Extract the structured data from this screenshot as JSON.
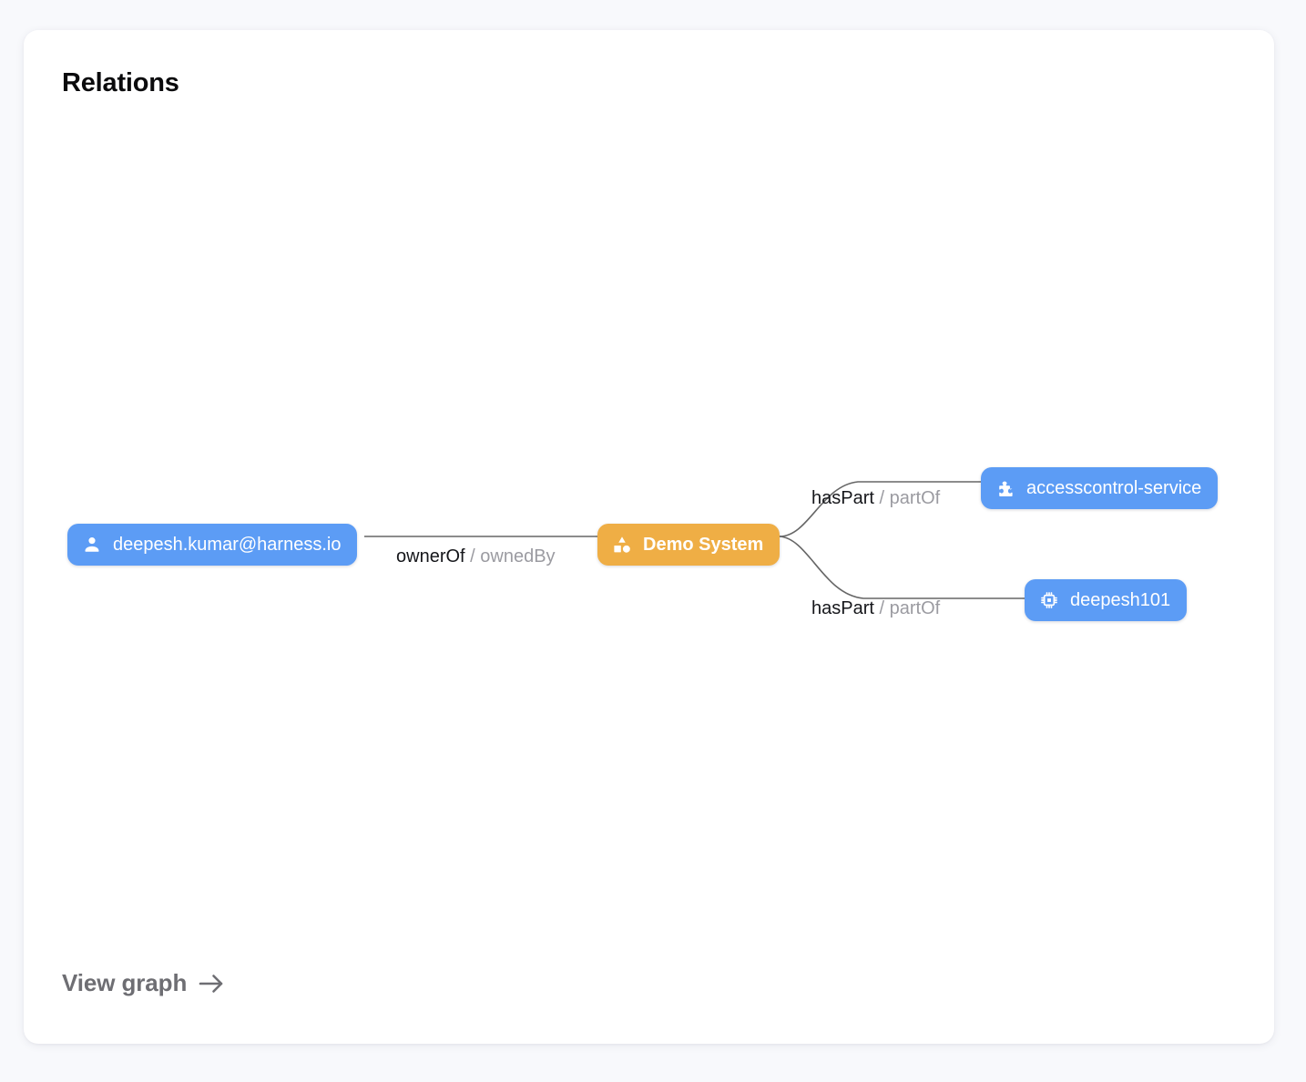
{
  "page": {
    "background_color": "#f8f9fc",
    "card_background": "#ffffff"
  },
  "card": {
    "title": "Relations"
  },
  "graph": {
    "colors": {
      "node_blue": "#5c9cf5",
      "node_orange": "#efae45",
      "edge_stroke": "#666666",
      "label_primary": "#15161a",
      "label_secondary": "#9b9ba1"
    },
    "nodes": [
      {
        "id": "user",
        "label": "deepesh.kumar@harness.io",
        "icon": "person-icon",
        "color": "#5c9cf5",
        "bold": false
      },
      {
        "id": "system",
        "label": "Demo System",
        "icon": "category-icon",
        "color": "#efae45",
        "bold": true
      },
      {
        "id": "service",
        "label": "accesscontrol-service",
        "icon": "puzzle-piece-icon",
        "color": "#5c9cf5",
        "bold": false
      },
      {
        "id": "resource",
        "label": "deepesh101",
        "icon": "cpu-chip-icon",
        "color": "#5c9cf5",
        "bold": false
      }
    ],
    "edges": [
      {
        "id": "user-system",
        "from": "user",
        "to": "system",
        "forward": "ownerOf",
        "separator": "/",
        "reverse": "ownedBy"
      },
      {
        "id": "system-service",
        "from": "system",
        "to": "service",
        "forward": "hasPart",
        "separator": "/",
        "reverse": "partOf"
      },
      {
        "id": "system-resource",
        "from": "system",
        "to": "resource",
        "forward": "hasPart",
        "separator": "/",
        "reverse": "partOf"
      }
    ]
  },
  "footer": {
    "view_graph_label": "View graph",
    "arrow_icon": "arrow-right-icon"
  }
}
